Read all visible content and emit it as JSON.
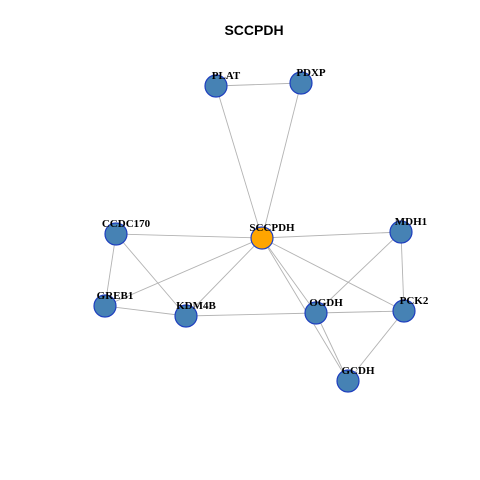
{
  "title": "SCCPDH",
  "colors": {
    "hub": "#FFA500",
    "node": "#4682B4",
    "node_border": "#1F3FBF",
    "edge": "#B3B3B3"
  },
  "nodes": [
    {
      "id": "PLAT",
      "label": "PLAT",
      "hub": false
    },
    {
      "id": "PDXP",
      "label": "PDXP",
      "hub": false
    },
    {
      "id": "CCDC170",
      "label": "CCDC170",
      "hub": false
    },
    {
      "id": "SCCPDH",
      "label": "SCCPDH",
      "hub": true
    },
    {
      "id": "MDH1",
      "label": "MDH1",
      "hub": false
    },
    {
      "id": "GREB1",
      "label": "GREB1",
      "hub": false
    },
    {
      "id": "KDM4B",
      "label": "KDM4B",
      "hub": false
    },
    {
      "id": "OGDH",
      "label": "OGDH",
      "hub": false
    },
    {
      "id": "PCK2",
      "label": "PCK2",
      "hub": false
    },
    {
      "id": "GCDH",
      "label": "GCDH",
      "hub": false
    }
  ],
  "edges": [
    [
      "PLAT",
      "PDXP"
    ],
    [
      "PLAT",
      "SCCPDH"
    ],
    [
      "PDXP",
      "SCCPDH"
    ],
    [
      "CCDC170",
      "SCCPDH"
    ],
    [
      "CCDC170",
      "GREB1"
    ],
    [
      "CCDC170",
      "KDM4B"
    ],
    [
      "SCCPDH",
      "MDH1"
    ],
    [
      "SCCPDH",
      "GREB1"
    ],
    [
      "SCCPDH",
      "KDM4B"
    ],
    [
      "SCCPDH",
      "OGDH"
    ],
    [
      "SCCPDH",
      "PCK2"
    ],
    [
      "SCCPDH",
      "GCDH"
    ],
    [
      "GREB1",
      "KDM4B"
    ],
    [
      "KDM4B",
      "OGDH"
    ],
    [
      "MDH1",
      "OGDH"
    ],
    [
      "MDH1",
      "PCK2"
    ],
    [
      "OGDH",
      "PCK2"
    ],
    [
      "OGDH",
      "GCDH"
    ],
    [
      "PCK2",
      "GCDH"
    ]
  ]
}
